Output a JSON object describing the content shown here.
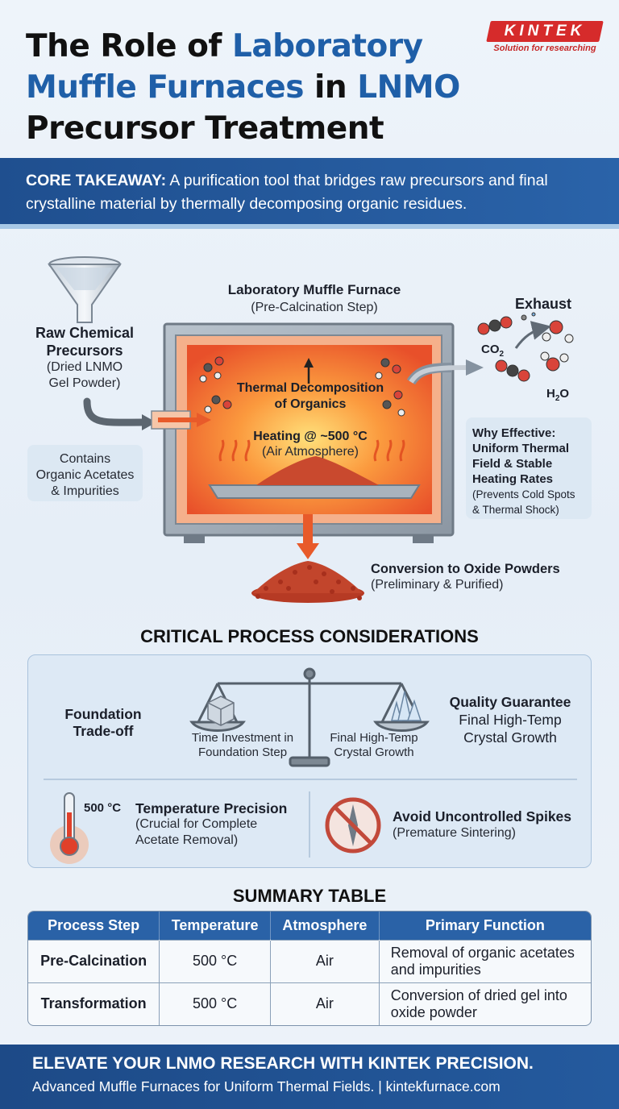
{
  "brand": {
    "name": "KINTEK",
    "tagline": "Solution for researching"
  },
  "title": {
    "part1": "The Role of ",
    "part2": "Laboratory Muffle Furnaces",
    "part3": " in ",
    "part4": "LNMO",
    "part5": " Precursor Treatment"
  },
  "core": {
    "label": "CORE TAKEAWAY:",
    "text": " A purification tool that bridges raw precursors and final crystalline material by thermally decomposing organic residues."
  },
  "diagram": {
    "furnace_title": "Laboratory Muffle Furnace",
    "furnace_sub": "(Pre-Calcination Step)",
    "raw_title_1": "Raw Chemical",
    "raw_title_2": "Precursors",
    "raw_sub_1": "(Dried LNMO",
    "raw_sub_2": "Gel Powder)",
    "contains_1": "Contains",
    "contains_2": "Organic Acetates",
    "contains_3": "& Impurities",
    "thermal_1": "Thermal Decomposition",
    "thermal_2": "of Organics",
    "heating_1": "Heating @ ~500 °C",
    "heating_2": "(Air Atmosphere)",
    "exhaust": "Exhaust",
    "co2": "CO",
    "co2_sub": "2",
    "h2o": "H",
    "h2o_sub": "2",
    "h2o_end": "O",
    "why_1": "Why Effective:",
    "why_2": "Uniform Thermal",
    "why_3": "Field & Stable",
    "why_4": "Heating Rates",
    "why_5": "(Prevents Cold Spots",
    "why_6": "& Thermal Shock)",
    "conv_1": "Conversion to Oxide Powders",
    "conv_2": "(Preliminary & Purified)"
  },
  "considerations": {
    "heading": "CRITICAL PROCESS CONSIDERATIONS",
    "tradeoff_1": "Foundation",
    "tradeoff_2": "Trade-off",
    "left_pan_1": "Time Investment in",
    "left_pan_2": "Foundation Step",
    "right_pan_1": "Final High-Temp",
    "right_pan_2": "Crystal Growth",
    "quality_1": "Quality Guarantee",
    "quality_2": "Final High-Temp",
    "quality_3": "Crystal Growth",
    "temp_value": "500 °C",
    "temp_title": "Temperature Precision",
    "temp_sub_1": "(Crucial for Complete",
    "temp_sub_2": "Acetate Removal)",
    "avoid_title": "Avoid Uncontrolled Spikes",
    "avoid_sub": "(Premature Sintering)"
  },
  "summary": {
    "heading": "SUMMARY TABLE",
    "columns": [
      "Process Step",
      "Temperature",
      "Atmosphere",
      "Primary Function"
    ],
    "rows": [
      [
        "Pre-Calcination",
        "500 °C",
        "Air",
        "Removal of organic acetates and impurities"
      ],
      [
        "Transformation",
        "500 °C",
        "Air",
        "Conversion of dried gel into oxide powder"
      ]
    ]
  },
  "footer": {
    "headline": "ELEVATE YOUR LNMO RESEARCH WITH KINTEK PRECISION.",
    "sub": "Advanced Muffle Furnaces for Uniform Thermal Fields.  |  kintekfurnace.com"
  },
  "colors": {
    "accent": "#1f5fa8",
    "banner": "#1f4f8f",
    "brand": "#d62b2b",
    "furnace_hot": "#f2672a"
  }
}
